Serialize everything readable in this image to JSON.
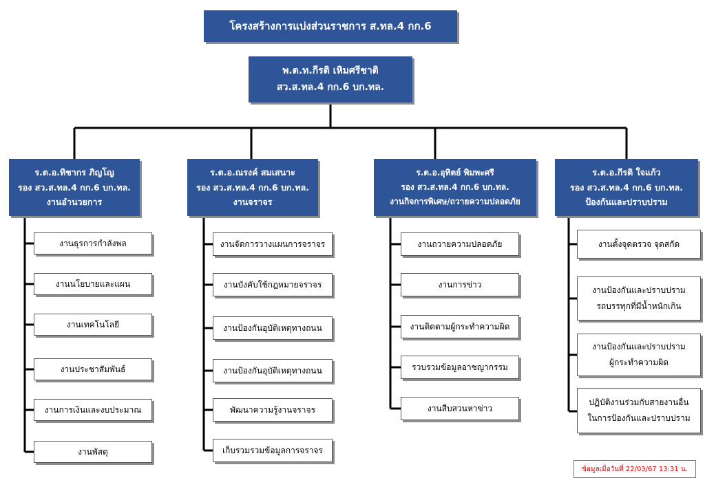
{
  "title": "โครงสร้างการแบ่งส่วนราชการ  ส.ทล.4 กก.6",
  "head": {
    "name": "พ.ต.ท.กีรติ    เหิมศรีชาติ",
    "position": "สว.ส.ทล.4 กก.6 บก.ทล."
  },
  "departments": [
    {
      "name": "ร.ต.อ.ทิชากร  ภิญโญ",
      "position": "รอง สว.ส.ทล.4 กก.6 บก.ทล.",
      "unit": "งานอำนวยการ",
      "tasks": [
        "งานธุรการกำลังพล",
        "งานนโยบายและแผน",
        "งานเทคโนโลยี",
        "งานประชาสัมพันธ์",
        "งานการเงินและงบประมาณ",
        "งานพัสดุ"
      ]
    },
    {
      "name": "ร.ต.อ.ณรงค์  สมเสนาะ",
      "position": "รอง สว.ส.ทล.4 กก.6 บก.ทล.",
      "unit": "งานจราจร",
      "tasks": [
        "งานจัดการวางแผนการจราจร",
        "งานบังคับใช้กฎหมายจราจร",
        "งานป้องกันอุบัติเหตุทางถนน",
        "งานป้องกันอุบัติเหตุทางถนน",
        "พัฒนาความรู้งานจราจร",
        "เก็บรวมรวมข้อมูลการจราจร"
      ]
    },
    {
      "name": "ร.ต.อ.อุทิตย์  พิมพะศรี",
      "position": "รอง สว.ส.ทล.4 กก.6 บก.ทล.",
      "unit": "งานกิจการพิเศษ/ถวายความปลอดภัย",
      "tasks": [
        "งานถวายความปลอดภัย",
        "งานการข่าว",
        "งานติดตามผู้กระทำความผิด",
        "รวบรวมข้อมูลอาชญากรรม",
        "งานสืบสวนหาข่าว"
      ]
    },
    {
      "name": "ร.ต.อ.กีรติ  ใจแก้ว",
      "position": "รอง สว.ส.ทล.4 กก.6 บก.ทล.",
      "unit": "ป้องกันและปราบปราม",
      "tasks": [
        {
          "line1": "งานตั้งจุดตรวจ จุดสกัด",
          "line2": ""
        },
        {
          "line1": "งานป้องกันและปราบปราม",
          "line2": "รถบรรทุกที่มีน้ำหนักเกิน"
        },
        {
          "line1": "งานป้องกันและปราบปราม",
          "line2": "ผู้กระทำความผิด"
        },
        {
          "line1": "ปฏิบัติงานร่วมกับสายงานอื่น",
          "line2": "ในการป้องกันและปราบปราม"
        }
      ]
    }
  ],
  "timestamp": "ข้อมูลเมื่อวันที่ 22/03/67 13:31 น.",
  "colors": {
    "box": "#2e5597",
    "box_text": "#ffffff",
    "line": "#000000",
    "stamp_text": "#e00000"
  }
}
